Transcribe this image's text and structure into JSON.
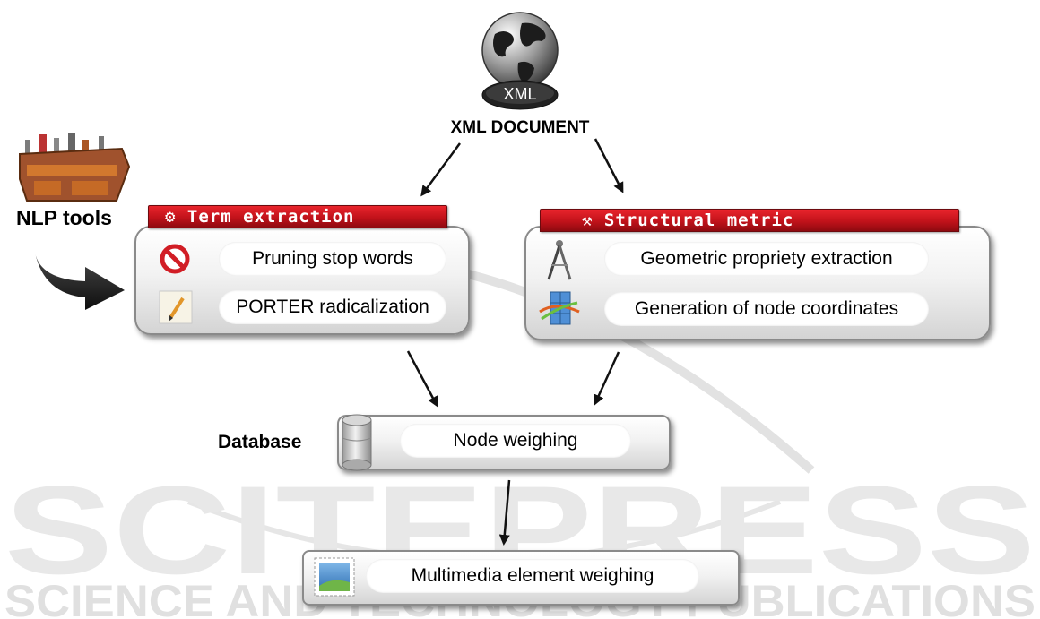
{
  "xml_node": {
    "icon": "globe-icon",
    "badge": "XML",
    "label": "XML DOCUMENT"
  },
  "nlp_node": {
    "icon": "toolbox-icon",
    "label": "NLP tools"
  },
  "term_extraction": {
    "title": "Term extraction",
    "items": [
      {
        "icon": "no-entry-icon",
        "label": "Pruning stop words"
      },
      {
        "icon": "pencil-icon",
        "label": "PORTER radicalization"
      }
    ]
  },
  "structural_metric": {
    "title": "Structural metric",
    "items": [
      {
        "icon": "compass-icon",
        "label": "Geometric propriety extraction"
      },
      {
        "icon": "grid-icon",
        "label": "Generation of node coordinates"
      }
    ]
  },
  "weighing": {
    "db_label": "Database",
    "node": "Node weighing",
    "multimedia": "Multimedia element weighing"
  },
  "watermark": {
    "main": "SCITEPRESS",
    "sub": "SCIENCE AND TECHNOLOGY PUBLICATIONS"
  },
  "colors": {
    "banner": "#c1121a",
    "watermark": "#dddddd",
    "arrow": "#111111"
  }
}
